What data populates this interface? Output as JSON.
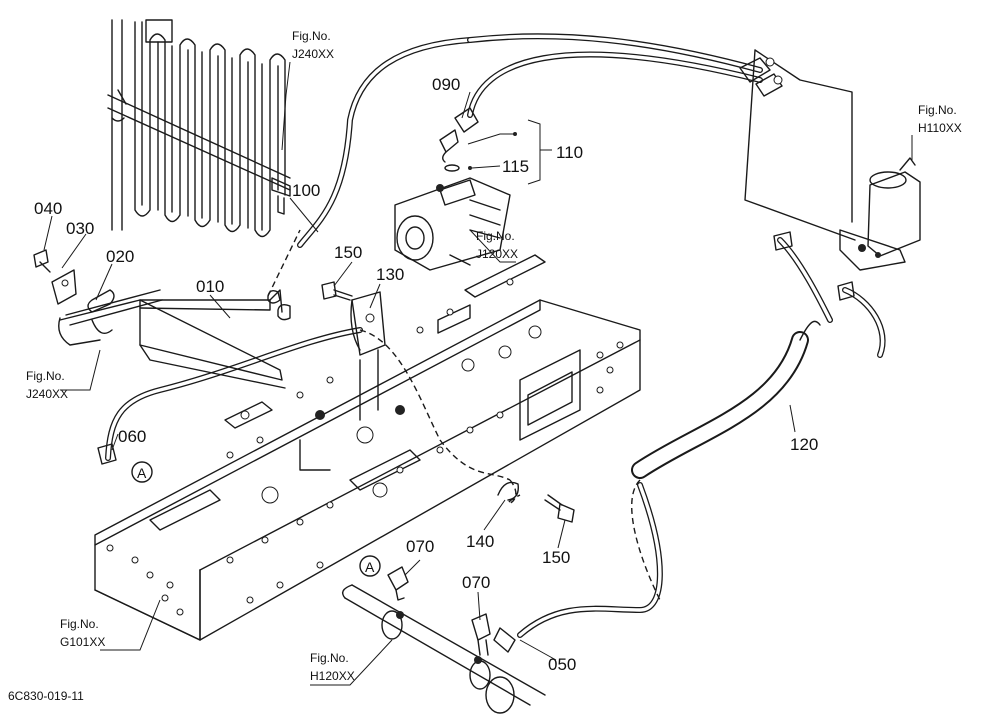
{
  "parts": {
    "p010": "010",
    "p020": "020",
    "p030": "030",
    "p040": "040",
    "p050": "050",
    "p060": "060",
    "p070a": "070",
    "p070b": "070",
    "p090": "090",
    "p100": "100",
    "p110": "110",
    "p115": "115",
    "p120": "120",
    "p130": "130",
    "p140": "140",
    "p150a": "150",
    "p150b": "150"
  },
  "figrefs": {
    "fig_label": "Fig.No.",
    "j240_top": "J240XX",
    "j240_left": "J240XX",
    "j120": "J120XX",
    "h110": "H110XX",
    "g101": "G101XX",
    "h120": "H120XX"
  },
  "markers": {
    "a1": "A",
    "a2": "A"
  },
  "footer": {
    "drawing_code": "6C830-019-11"
  }
}
